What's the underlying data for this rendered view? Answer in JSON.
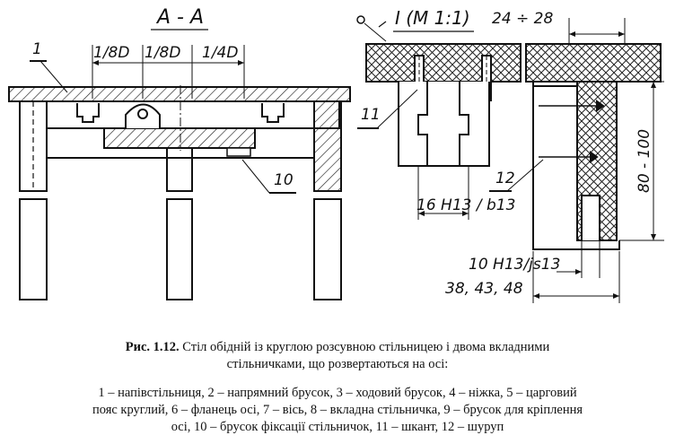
{
  "section_label": "A - A",
  "detail_label": "I (M 1:1)",
  "part_labels": {
    "p1": "1",
    "p10": "10",
    "p11": "11",
    "p12": "12"
  },
  "dimensions": {
    "d1": "1/8D",
    "d2": "1/8D",
    "d3": "1/4D",
    "w": "24 ÷ 28",
    "h": "80 - 100",
    "fit1": "16 H13 / b13",
    "fit2": "10 H13/js13",
    "sizes": "38, 43, 48"
  },
  "caption": {
    "figure": "Рис. 1.12.",
    "title_line1": "Стіл обідній із круглою розсувною стільницею і двома вкладними",
    "title_line2": "стільничками, що розвертаються на осі:",
    "legend_line1": "1 – напівстільниця, 2 – напрямний брусок, 3 – ходовий брусок, 4 – ніжка, 5 – царговий",
    "legend_line2": "пояс круглий, 6 – фланець осі, 7 – вісь, 8 – вкладна стільничка, 9 – брусок для кріплення",
    "legend_line3": "осі, 10 – брусок фіксації стільничок, 11 – шкант, 12 – шуруп"
  }
}
